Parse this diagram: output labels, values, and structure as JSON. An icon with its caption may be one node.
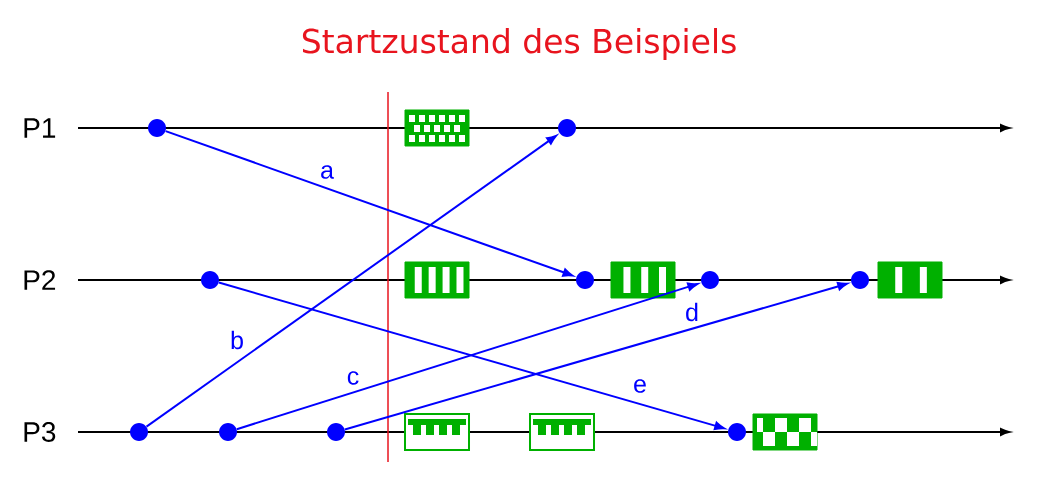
{
  "diagram": {
    "title": "Startzustand des Beispiels",
    "nodes": [
      {
        "text": [],
        "shape": "circle"
      },
      {
        "text": [],
        "shape": "circle"
      },
      {
        "text": [],
        "shape": "circle"
      },
      {
        "text": [],
        "shape": "circle"
      },
      {
        "text": [],
        "shape": "circle"
      },
      {
        "text": [],
        "shape": "circle"
      },
      {
        "text": [],
        "shape": "circle"
      },
      {
        "text": [],
        "shape": "circle"
      },
      {
        "text": [],
        "shape": "circle"
      },
      {
        "text": [],
        "shape": "circle"
      }
    ],
    "edges": [
      {
        "from": 0,
        "to": 3,
        "arrow": "to",
        "label": "a"
      },
      {
        "from": 6,
        "to": 1,
        "arrow": "to",
        "label": "b"
      },
      {
        "from": 7,
        "to": 4,
        "arrow": "to",
        "label": "c"
      },
      {
        "from": 8,
        "to": 5,
        "arrow": "to",
        "label": "d"
      },
      {
        "from": 2,
        "to": 9,
        "arrow": "to",
        "label": "e"
      }
    ],
    "labels": [
      "P1",
      "P2",
      "P3"
    ]
  }
}
